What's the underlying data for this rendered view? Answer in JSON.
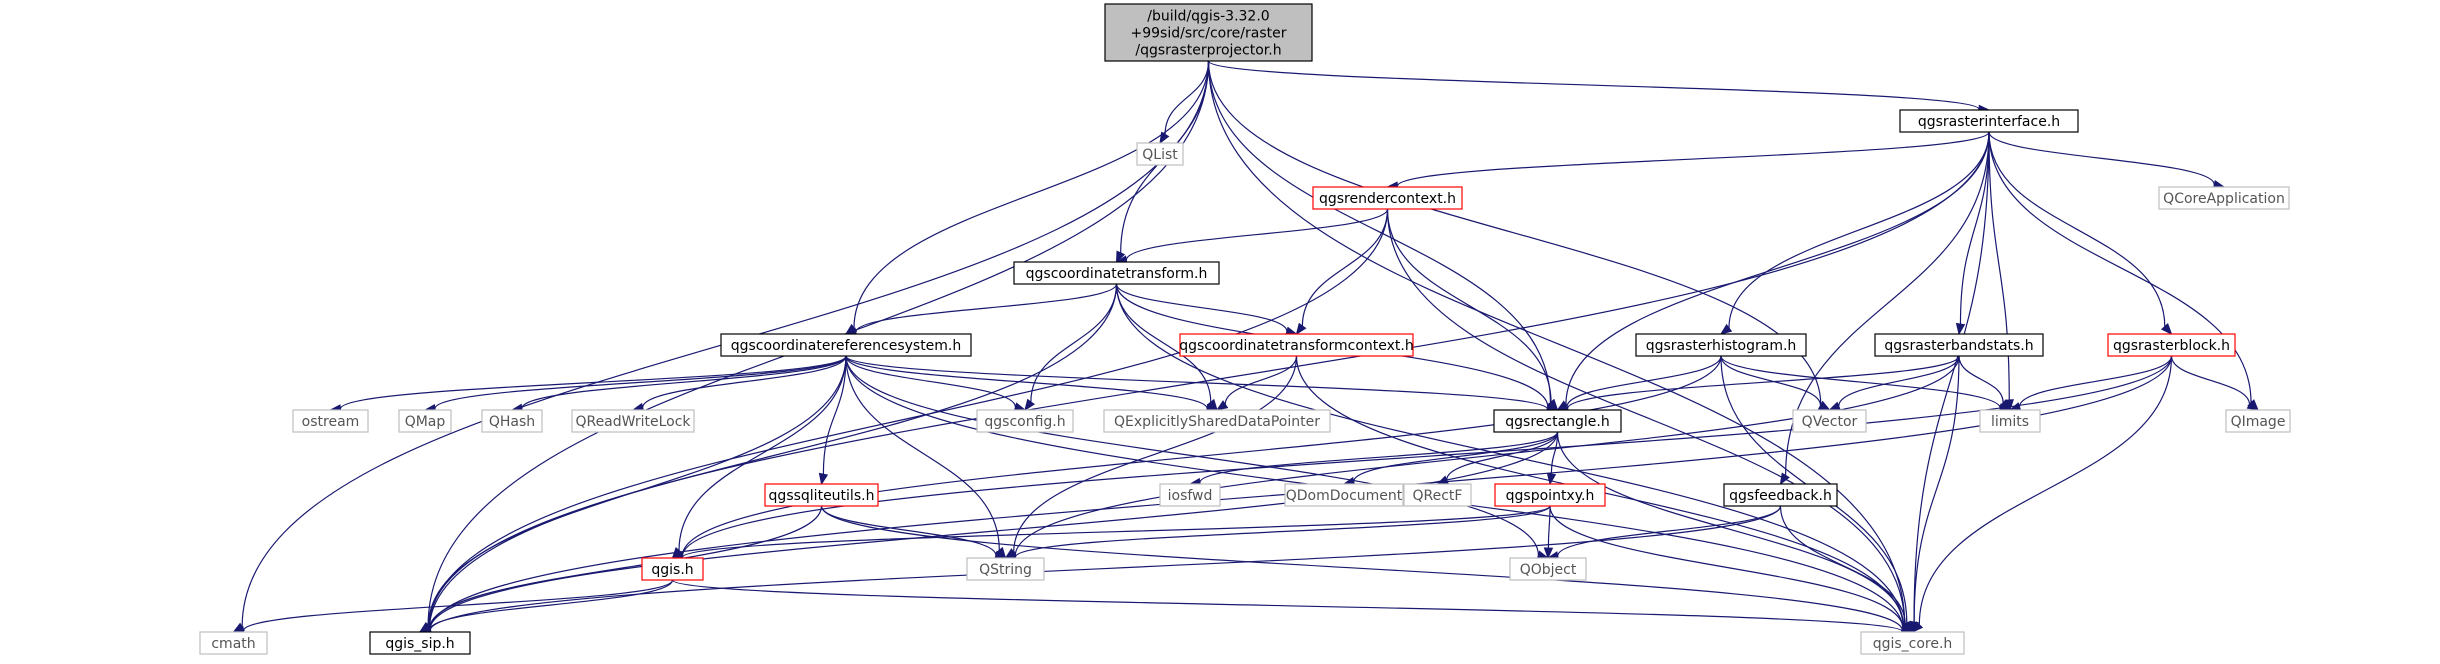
{
  "graph": {
    "edge_color": "#191970",
    "colors": {
      "root_fill": "#bfbfbf",
      "black": "#000000",
      "red": "#ff0000",
      "gray": "#bfbfbf"
    },
    "nodes": {
      "root": {
        "lines": [
          "/build/qgis-3.32.0",
          "+99sid/src/core/raster",
          "/qgsrasterprojector.h"
        ],
        "style": "root"
      },
      "qlist": {
        "lines": [
          "QList"
        ],
        "style": "gray"
      },
      "qgsrasterinterface": {
        "lines": [
          "qgsrasterinterface.h"
        ],
        "style": "black"
      },
      "qgsrendercontext": {
        "lines": [
          "qgsrendercontext.h"
        ],
        "style": "red"
      },
      "qcoreapplication": {
        "lines": [
          "QCoreApplication"
        ],
        "style": "gray"
      },
      "qgscoordinatetransform": {
        "lines": [
          "qgscoordinatetransform.h"
        ],
        "style": "black"
      },
      "qgscoordinatereferencesystem": {
        "lines": [
          "qgscoordinatereferencesystem.h"
        ],
        "style": "black"
      },
      "qgscoordinatetransformcontext": {
        "lines": [
          "qgscoordinatetransformcontext.h"
        ],
        "style": "red"
      },
      "qgsrasterhistogram": {
        "lines": [
          "qgsrasterhistogram.h"
        ],
        "style": "black"
      },
      "qgsrasterbandstats": {
        "lines": [
          "qgsrasterbandstats.h"
        ],
        "style": "black"
      },
      "qgsrasterblock": {
        "lines": [
          "qgsrasterblock.h"
        ],
        "style": "red"
      },
      "ostream": {
        "lines": [
          "ostream"
        ],
        "style": "gray"
      },
      "qmap": {
        "lines": [
          "QMap"
        ],
        "style": "gray"
      },
      "qhash": {
        "lines": [
          "QHash"
        ],
        "style": "gray"
      },
      "qreadwritelock": {
        "lines": [
          "QReadWriteLock"
        ],
        "style": "gray"
      },
      "qgsconfig": {
        "lines": [
          "qgsconfig.h"
        ],
        "style": "gray"
      },
      "qexplicitlyshared": {
        "lines": [
          "QExplicitlySharedDataPointer"
        ],
        "style": "gray"
      },
      "qgsrectangle": {
        "lines": [
          "qgsrectangle.h"
        ],
        "style": "black"
      },
      "qvector": {
        "lines": [
          "QVector"
        ],
        "style": "gray"
      },
      "limits": {
        "lines": [
          "limits"
        ],
        "style": "gray"
      },
      "qimage": {
        "lines": [
          "QImage"
        ],
        "style": "gray"
      },
      "qgssqliteutils": {
        "lines": [
          "qgssqliteutils.h"
        ],
        "style": "red"
      },
      "iosfwd": {
        "lines": [
          "iosfwd"
        ],
        "style": "gray"
      },
      "qdomdocument": {
        "lines": [
          "QDomDocument"
        ],
        "style": "gray"
      },
      "qrectf": {
        "lines": [
          "QRectF"
        ],
        "style": "gray"
      },
      "qgspointxy": {
        "lines": [
          "qgspointxy.h"
        ],
        "style": "red"
      },
      "qgsfeedback": {
        "lines": [
          "qgsfeedback.h"
        ],
        "style": "black"
      },
      "qgis": {
        "lines": [
          "qgis.h"
        ],
        "style": "red"
      },
      "qstring": {
        "lines": [
          "QString"
        ],
        "style": "gray"
      },
      "qobject": {
        "lines": [
          "QObject"
        ],
        "style": "gray"
      },
      "cmath": {
        "lines": [
          "cmath"
        ],
        "style": "gray"
      },
      "qgis_sip": {
        "lines": [
          "qgis_sip.h"
        ],
        "style": "black"
      },
      "qgis_core": {
        "lines": [
          "qgis_core.h"
        ],
        "style": "gray"
      }
    },
    "edges": [
      [
        "root",
        "qlist"
      ],
      [
        "root",
        "qgsrasterinterface"
      ],
      [
        "root",
        "qgscoordinatetransform"
      ],
      [
        "root",
        "qgscoordinatereferencesystem"
      ],
      [
        "root",
        "qgsrectangle"
      ],
      [
        "root",
        "qvector"
      ],
      [
        "root",
        "cmath"
      ],
      [
        "root",
        "qgis_sip"
      ],
      [
        "root",
        "qgis_core"
      ],
      [
        "qgsrasterinterface",
        "qgsrendercontext"
      ],
      [
        "qgsrasterinterface",
        "qcoreapplication"
      ],
      [
        "qgsrasterinterface",
        "qgsrasterhistogram"
      ],
      [
        "qgsrasterinterface",
        "qgsrasterbandstats"
      ],
      [
        "qgsrasterinterface",
        "qgsrasterblock"
      ],
      [
        "qgsrasterinterface",
        "qgsrectangle"
      ],
      [
        "qgsrasterinterface",
        "limits"
      ],
      [
        "qgsrasterinterface",
        "qimage"
      ],
      [
        "qgsrasterinterface",
        "qgsfeedback"
      ],
      [
        "qgsrasterinterface",
        "qgis_sip"
      ],
      [
        "qgsrasterinterface",
        "qgis_core"
      ],
      [
        "qgsrendercontext",
        "qgscoordinatetransform"
      ],
      [
        "qgsrendercontext",
        "qgscoordinatetransformcontext"
      ],
      [
        "qgsrendercontext",
        "qgsrectangle"
      ],
      [
        "qgsrendercontext",
        "qgis_sip"
      ],
      [
        "qgsrendercontext",
        "qgis_core"
      ],
      [
        "qgscoordinatetransform",
        "qgscoordinatereferencesystem"
      ],
      [
        "qgscoordinatetransform",
        "qgscoordinatetransformcontext"
      ],
      [
        "qgscoordinatetransform",
        "qgsconfig"
      ],
      [
        "qgscoordinatetransform",
        "qexplicitlyshared"
      ],
      [
        "qgscoordinatetransform",
        "qgsrectangle"
      ],
      [
        "qgscoordinatetransform",
        "qgis_sip"
      ],
      [
        "qgscoordinatetransform",
        "qgis_core"
      ],
      [
        "qgscoordinatereferencesystem",
        "ostream"
      ],
      [
        "qgscoordinatereferencesystem",
        "qmap"
      ],
      [
        "qgscoordinatereferencesystem",
        "qhash"
      ],
      [
        "qgscoordinatereferencesystem",
        "qreadwritelock"
      ],
      [
        "qgscoordinatereferencesystem",
        "qgsconfig"
      ],
      [
        "qgscoordinatereferencesystem",
        "qexplicitlyshared"
      ],
      [
        "qgscoordinatereferencesystem",
        "qgsrectangle"
      ],
      [
        "qgscoordinatereferencesystem",
        "qgssqliteutils"
      ],
      [
        "qgscoordinatereferencesystem",
        "qgis"
      ],
      [
        "qgscoordinatereferencesystem",
        "qstring"
      ],
      [
        "qgscoordinatereferencesystem",
        "qobject"
      ],
      [
        "qgscoordinatereferencesystem",
        "qgis_sip"
      ],
      [
        "qgscoordinatereferencesystem",
        "qgis_core"
      ],
      [
        "qgscoordinatetransformcontext",
        "qexplicitlyshared"
      ],
      [
        "qgscoordinatetransformcontext",
        "qstring"
      ],
      [
        "qgscoordinatetransformcontext",
        "qgis_core"
      ],
      [
        "qgsrasterhistogram",
        "qgsrectangle"
      ],
      [
        "qgsrasterhistogram",
        "qvector"
      ],
      [
        "qgsrasterhistogram",
        "limits"
      ],
      [
        "qgsrasterhistogram",
        "qgis"
      ],
      [
        "qgsrasterhistogram",
        "qgis_core"
      ],
      [
        "qgsrasterbandstats",
        "qgsrectangle"
      ],
      [
        "qgsrasterbandstats",
        "qvector"
      ],
      [
        "qgsrasterbandstats",
        "limits"
      ],
      [
        "qgsrasterbandstats",
        "qstring"
      ],
      [
        "qgsrasterbandstats",
        "qgis_core"
      ],
      [
        "qgsrasterblock",
        "limits"
      ],
      [
        "qgsrasterblock",
        "qimage"
      ],
      [
        "qgsrasterblock",
        "qgis"
      ],
      [
        "qgsrasterblock",
        "qgis_sip"
      ],
      [
        "qgsrasterblock",
        "qgis_core"
      ],
      [
        "qgsrectangle",
        "iosfwd"
      ],
      [
        "qgsrectangle",
        "qdomdocument"
      ],
      [
        "qgsrectangle",
        "qrectf"
      ],
      [
        "qgsrectangle",
        "qgspointxy"
      ],
      [
        "qgsrectangle",
        "qgis_sip"
      ],
      [
        "qgsrectangle",
        "qgis_core"
      ],
      [
        "qgssqliteutils",
        "qstring"
      ],
      [
        "qgssqliteutils",
        "qgis_sip"
      ],
      [
        "qgssqliteutils",
        "qgis_core"
      ],
      [
        "qgspointxy",
        "qgis"
      ],
      [
        "qgspointxy",
        "qstring"
      ],
      [
        "qgspointxy",
        "qobject"
      ],
      [
        "qgspointxy",
        "qgis_core"
      ],
      [
        "qgsfeedback",
        "qobject"
      ],
      [
        "qgsfeedback",
        "qgis_sip"
      ],
      [
        "qgsfeedback",
        "qgis_core"
      ],
      [
        "qgis",
        "cmath"
      ],
      [
        "qgis",
        "qgis_sip"
      ],
      [
        "qgis",
        "qgis_core"
      ]
    ]
  }
}
